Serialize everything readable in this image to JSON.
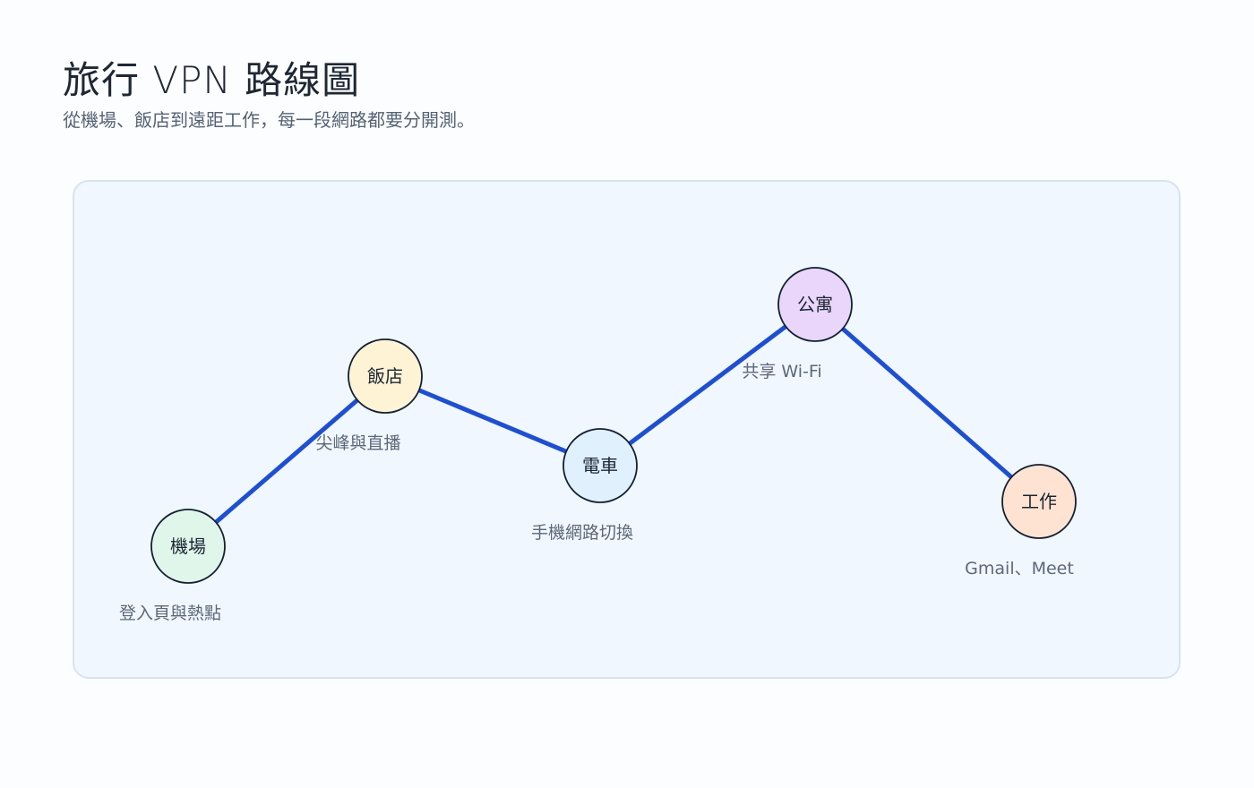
{
  "page": {
    "title": "旅行 VPN 路線圖",
    "subtitle": "從機場、飯店到遠距工作，每一段網路都要分開測。"
  },
  "route": {
    "line_color": "#1f4fd1",
    "stops": [
      {
        "id": "airport",
        "label": "機場",
        "note": "登入頁與熱點",
        "fill": "#e1f6ea"
      },
      {
        "id": "hotel",
        "label": "飯店",
        "note": "尖峰與直播",
        "fill": "#fff3d6"
      },
      {
        "id": "train",
        "label": "電車",
        "note": "手機網路切換",
        "fill": "#e0f0fc"
      },
      {
        "id": "apartment",
        "label": "公寓",
        "note": "共享 Wi-Fi",
        "fill": "#ead6fb"
      },
      {
        "id": "work",
        "label": "工作",
        "note": "Gmail、Meet",
        "fill": "#ffe3d2"
      }
    ]
  }
}
